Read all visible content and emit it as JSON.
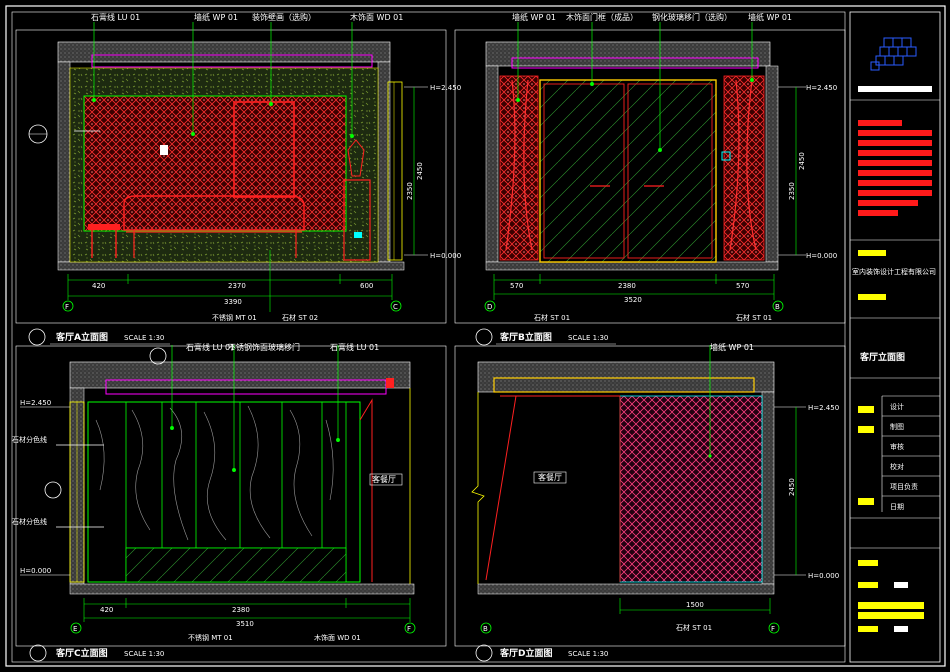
{
  "panels": {
    "a": {
      "title": "客厅A立面图",
      "scale": "SCALE 1:30",
      "callouts": [
        "石膏线 LU 01",
        "墙纸 WP 01",
        "装饰壁画（选购）",
        "木饰面 WD 01"
      ],
      "levels": [
        "H=2.450",
        "H=0.000"
      ],
      "dims_bottom": [
        "420",
        "2370",
        "600"
      ],
      "dim_total": "3390",
      "dims_side": [
        "2350",
        "2450"
      ],
      "bottom_labels": [
        "不锈钢 MT 01",
        "石材 ST 02"
      ],
      "grid": [
        "F",
        "C"
      ]
    },
    "b": {
      "title": "客厅B立面图",
      "scale": "SCALE 1:30",
      "callouts": [
        "墙纸 WP 01",
        "木饰面门框（成品）",
        "钢化玻璃移门（选购）",
        "墙纸 WP 01"
      ],
      "levels": [
        "H=2.450",
        "H=0.000"
      ],
      "dims_bottom": [
        "570",
        "2380",
        "570"
      ],
      "dim_total": "3520",
      "dims_side": [
        "2350",
        "2450"
      ],
      "bottom_labels": [
        "石材 ST 01",
        "石材 ST 01"
      ],
      "grid": [
        "D",
        "B"
      ]
    },
    "c": {
      "title": "客厅C立面图",
      "scale": "SCALE 1:30",
      "callouts": [
        "石膏线 LU 01",
        "不锈钢饰面玻璃移门",
        "石膏线 LU 01"
      ],
      "levels": [
        "H=2.450",
        "H=0.000"
      ],
      "dims_bottom": [
        "420",
        "2380"
      ],
      "dim_total": "3510",
      "bottom_labels": [
        "不锈钢 MT 01",
        "木饰面 WD 01"
      ],
      "side_labels": [
        "石材分色线",
        "石材分色线"
      ],
      "room": "客餐厅",
      "grid": [
        "E",
        "F"
      ]
    },
    "d": {
      "title": "客厅D立面图",
      "scale": "SCALE 1:30",
      "callouts": [
        "墙纸 WP 01"
      ],
      "levels": [
        "H=2.450",
        "H=0.000"
      ],
      "dims_bottom": [
        "1500"
      ],
      "dims_side": [
        "2450"
      ],
      "bottom_labels": [
        "石材 ST 01"
      ],
      "room": "客餐厅",
      "grid": [
        "B",
        "F"
      ]
    }
  },
  "title_block": {
    "project": "客厅立面图",
    "company_line": "室内装饰设计工程有限公司",
    "rows": [
      "设计",
      "制图",
      "审核",
      "校对",
      "项目负责",
      "日期"
    ]
  },
  "colors": {
    "frame": "#ffffff",
    "wall": "#00ff00",
    "cabinet": "#ff0000",
    "accent": "#ff00ff",
    "wood": "#ffff00",
    "dim": "#00ff00",
    "hatch": "#808080"
  }
}
